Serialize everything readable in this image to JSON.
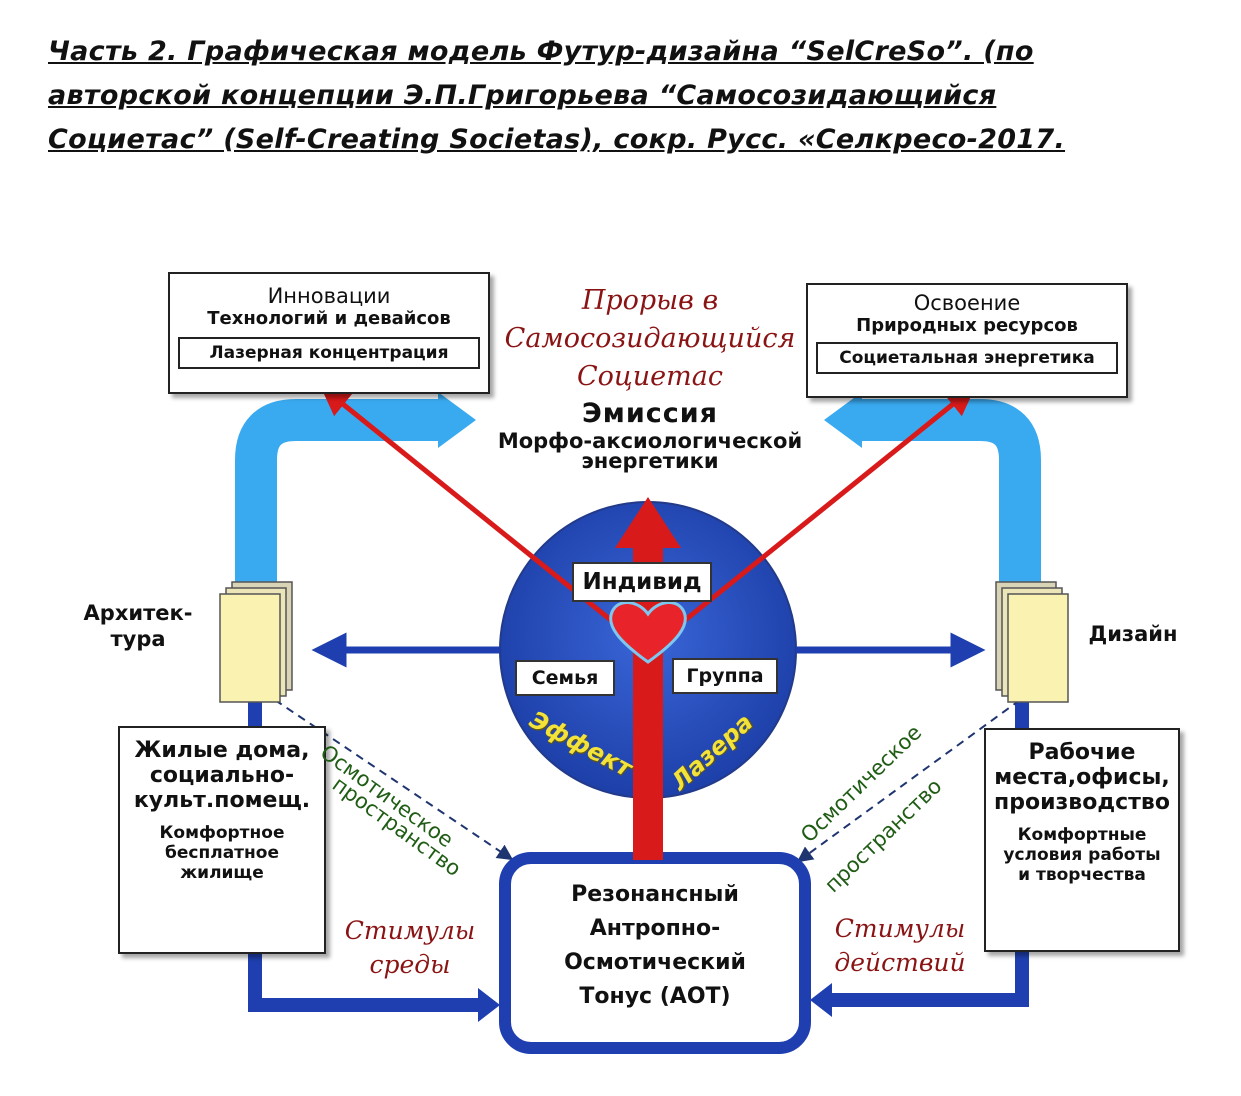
{
  "heading": {
    "line1": "Часть 2. Графическая модель Футур-дизайна “SelCreSo”. (по",
    "line2": "авторской концепции Э.П.Григорьева “Самосозидающийся",
    "line3_main": "Социетас” (Self-Creating Societas), сокр. Русс. «Селкресо-2017",
    "line3_end": "."
  },
  "top_left_box": {
    "title": "Инновации",
    "subtitle": "Технологий и девайсов",
    "inner": "Лазерная концентрация"
  },
  "top_right_box": {
    "title": "Освоение",
    "subtitle": "Природных ресурсов",
    "inner": "Социетальная энергетика"
  },
  "breakthrough": {
    "line1": "Прорыв в",
    "line2": "Самосозидающийся",
    "line3": "Социетас"
  },
  "emission": {
    "title": "Эмиссия",
    "line2": "Морфо-аксиологической",
    "line3": "энергетики"
  },
  "circle": {
    "individual": "Индивид",
    "family": "Семья",
    "group": "Группа",
    "effect": "Эффект",
    "laser": "Лазера"
  },
  "left_side": {
    "label_line1": "Архитек-",
    "label_line2": "тура",
    "box_line1": "Жилые дома,",
    "box_line2": "социально-",
    "box_line3": "культ.помещ.",
    "box_sub1": "Комфортное",
    "box_sub2": "бесплатное",
    "box_sub3": "жилище"
  },
  "right_side": {
    "label": "Дизайн",
    "box_line1": "Рабочие",
    "box_line2": "места,офисы,",
    "box_line3": "производство",
    "box_sub1": "Комфортные",
    "box_sub2": "условия работы",
    "box_sub3": "и творчества"
  },
  "osmotic_left": {
    "line1": "Осмотическое",
    "line2": "пространство"
  },
  "osmotic_right": {
    "line1": "Осмотическое",
    "line2": "пространство"
  },
  "stimuli_left": {
    "line1": "Стимулы",
    "line2": "среды"
  },
  "stimuli_right": {
    "line1": "Стимулы",
    "line2": "действий"
  },
  "center_box": {
    "line1": "Резонансный",
    "line2": "Антропно-",
    "line3": "Осмотический",
    "line4": "Тонус (АОТ)"
  },
  "colors": {
    "blue_dark": "#1f3fb0",
    "circle_blue": "#2952c4",
    "light_blue": "#3aaaf0",
    "red": "#d91a1a",
    "dark_red_text": "#8a1414",
    "green_text": "#1f5c14",
    "yellow_text": "#f2e23a",
    "page_yellow": "#faf2b0"
  }
}
